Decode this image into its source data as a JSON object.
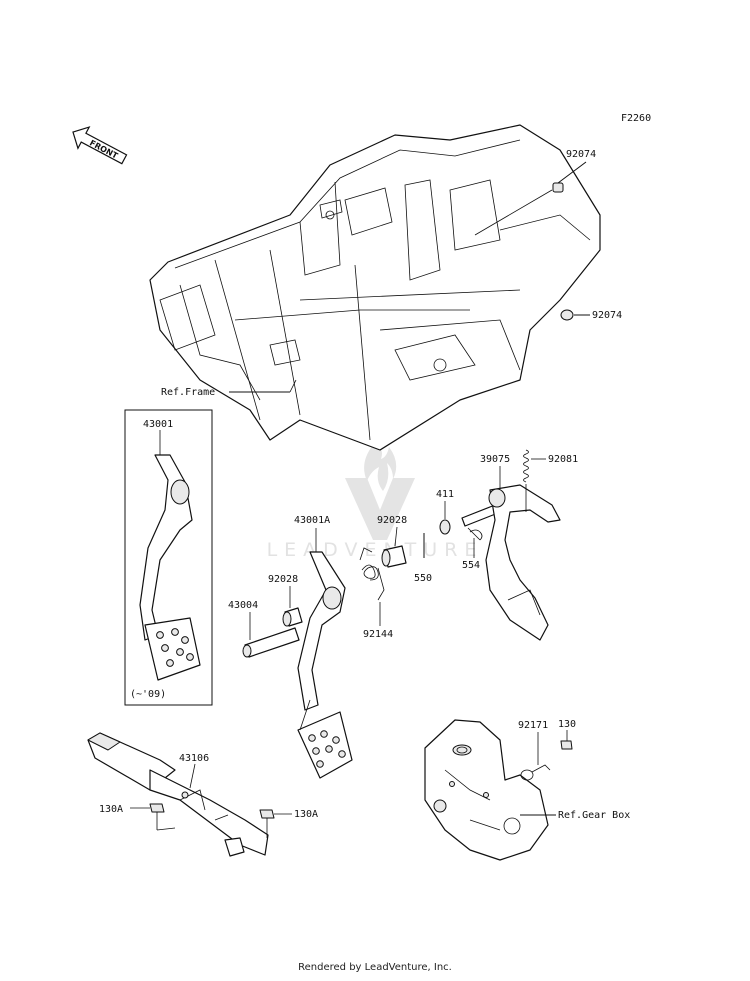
{
  "diagram_code": "F2260",
  "front_arrow_label": "FRONT",
  "watermark_text": "LEADVENTURE",
  "callouts": {
    "p92074_top": "92074",
    "p92074_mid": "92074",
    "ref_frame": "Ref.Frame",
    "p43001": "43001",
    "note_year": "(~'09)",
    "p43001A": "43001A",
    "p92028_upper": "92028",
    "p550": "550",
    "p411": "411",
    "p554": "554",
    "p39075": "39075",
    "p92081": "92081",
    "p43004": "43004",
    "p92028_lower": "92028",
    "p92144": "92144",
    "p43106": "43106",
    "p130A_left": "130A",
    "p130A_right": "130A",
    "p92171": "92171",
    "p130": "130",
    "ref_gear_box": "Ref.Gear Box"
  },
  "footer": "Rendered by LeadVenture, Inc."
}
